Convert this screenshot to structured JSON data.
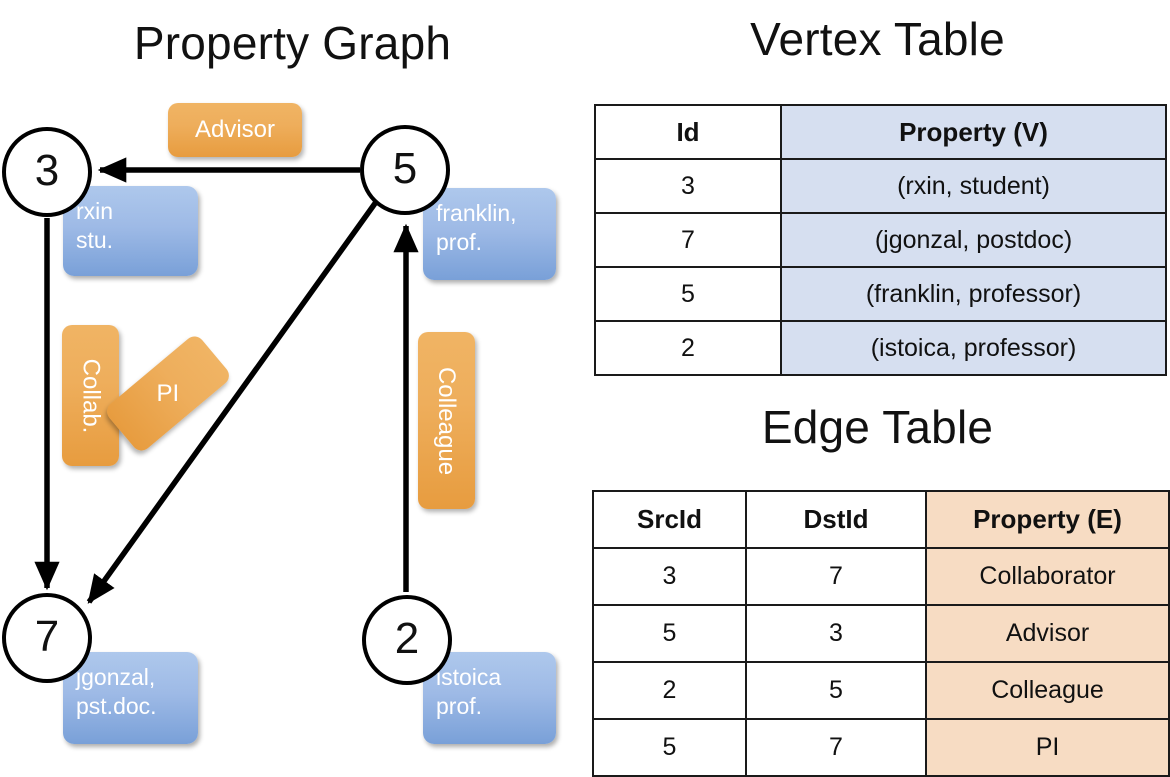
{
  "titles": {
    "property_graph": "Property Graph",
    "vertex_table": "Vertex Table",
    "edge_table": "Edge Table"
  },
  "graph": {
    "nodes": [
      {
        "id": "3",
        "property": "rxin\nstu.",
        "line1": "rxin",
        "line2": "stu."
      },
      {
        "id": "5",
        "property": "franklin,\nprof.",
        "line1": "franklin,",
        "line2": "prof."
      },
      {
        "id": "7",
        "property": "jgonzal,\npst.doc.",
        "line1": "jgonzal,",
        "line2": "pst.doc."
      },
      {
        "id": "2",
        "property": "istoica\nprof.",
        "line1": "istoica",
        "line2": "prof."
      }
    ],
    "edge_labels": [
      {
        "text": "Advisor",
        "from": "5",
        "to": "3"
      },
      {
        "text": "Collab.",
        "from": "3",
        "to": "7"
      },
      {
        "text": "PI",
        "from": "5",
        "to": "7"
      },
      {
        "text": "Colleague",
        "from": "2",
        "to": "5"
      }
    ],
    "colors": {
      "vertex_box": "#9ebae6",
      "edge_label_box": "#eeae5c",
      "node_outline": "#000000",
      "arrow": "#000000"
    }
  },
  "vertex_table": {
    "headers": [
      "Id",
      "Property (V)"
    ],
    "rows": [
      [
        "3",
        "(rxin, student)"
      ],
      [
        "7",
        "(jgonzal, postdoc)"
      ],
      [
        "5",
        "(franklin, professor)"
      ],
      [
        "2",
        "(istoica, professor)"
      ]
    ],
    "header_fill": "#d6dff0",
    "cell_fill": "#d6dff0"
  },
  "edge_table": {
    "headers": [
      "SrcId",
      "DstId",
      "Property (E)"
    ],
    "rows": [
      [
        "3",
        "7",
        "Collaborator"
      ],
      [
        "5",
        "3",
        "Advisor"
      ],
      [
        "2",
        "5",
        "Colleague"
      ],
      [
        "5",
        "7",
        "PI"
      ]
    ],
    "header_fill": "#f7dcc3",
    "cell_fill": "#f7dcc3"
  }
}
